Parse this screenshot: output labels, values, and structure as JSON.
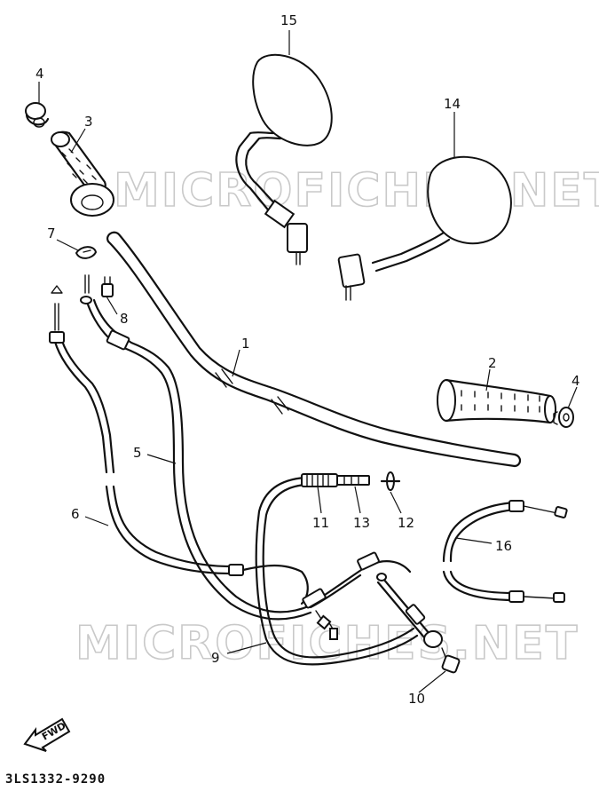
{
  "watermark": {
    "text": "MICROFICHES.NET"
  },
  "diagram_code": "3LS1332-9290",
  "direction_badge": "FWD",
  "callouts": {
    "c1": "1",
    "c2": "2",
    "c3": "3",
    "c4a": "4",
    "c4b": "4",
    "c5": "5",
    "c6": "6",
    "c7": "7",
    "c8": "8",
    "c9": "9",
    "c10": "10",
    "c11": "11",
    "c12": "12",
    "c13": "13",
    "c14": "14",
    "c15": "15",
    "c16": "16"
  }
}
